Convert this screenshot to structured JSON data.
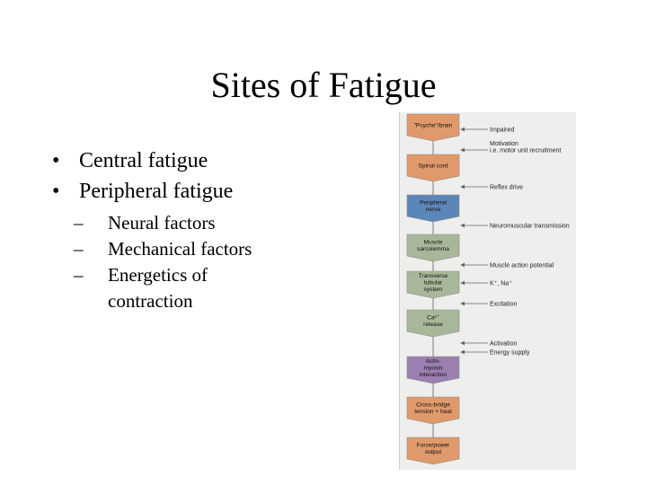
{
  "slide": {
    "title": "Sites of Fatigue"
  },
  "bullets": [
    {
      "mark": "•",
      "text": "Central fatigue"
    },
    {
      "mark": "•",
      "text": "Peripheral fatigue"
    }
  ],
  "sub_bullets": [
    {
      "mark": "–",
      "lines": [
        "Neural factors"
      ]
    },
    {
      "mark": "–",
      "lines": [
        "Mechanical factors"
      ]
    },
    {
      "mark": "–",
      "lines": [
        "Energetics of",
        "contraction"
      ]
    }
  ],
  "figure": {
    "colors": {
      "orange": "#e0996a",
      "blue": "#5b86b8",
      "green": "#a8b79a",
      "purple": "#9a7fb0",
      "arrow": "#666666"
    },
    "boxes": [
      {
        "lines": [
          "\"Psyche\"/brain"
        ],
        "color": "orange"
      },
      {
        "lines": [
          "Spinal cord"
        ],
        "color": "orange"
      },
      {
        "lines": [
          "Peripheral",
          "nerve"
        ],
        "color": "blue"
      },
      {
        "lines": [
          "Muscle",
          "sarcolemma"
        ],
        "color": "green"
      },
      {
        "lines": [
          "Transverse",
          "tubular",
          "system"
        ],
        "color": "green"
      },
      {
        "lines": [
          "Ca²⁺",
          "release"
        ],
        "color": "green"
      },
      {
        "lines": [
          "Actin-",
          "myosin",
          "interaction"
        ],
        "color": "purple"
      },
      {
        "lines": [
          "Cross-bridge",
          "tension + heat"
        ],
        "color": "orange"
      },
      {
        "lines": [
          "Force/power",
          "output"
        ],
        "color": "orange"
      }
    ],
    "labels": [
      {
        "lines": [
          "Impaired"
        ]
      },
      {
        "lines": [
          "Motivation",
          "i.e. motor unit recruitment"
        ]
      },
      {
        "lines": [
          "Reflex drive"
        ]
      },
      {
        "lines": [
          "Neuromuscular transmission"
        ]
      },
      {
        "lines": [
          "Muscle action potential"
        ]
      },
      {
        "lines": [
          "K⁺, Na⁺"
        ]
      },
      {
        "lines": [
          "Excitation"
        ]
      },
      {
        "lines": [
          "Activation"
        ]
      },
      {
        "lines": [
          "Energy supply"
        ]
      }
    ]
  }
}
